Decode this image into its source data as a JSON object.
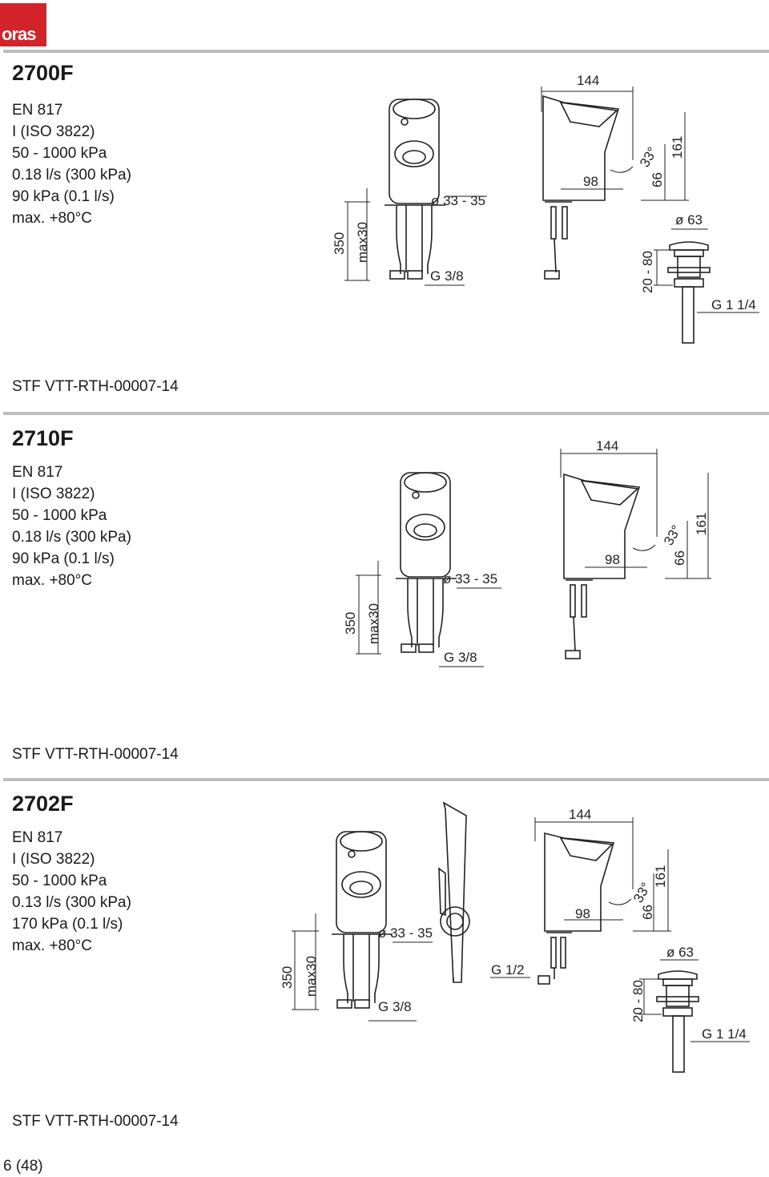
{
  "brand": "oras",
  "sections": [
    {
      "model": "2700F",
      "specs": [
        "EN 817",
        "I (ISO 3822)",
        "50 - 1000 kPa",
        "0.18 l/s (300 kPa)",
        "90 kPa (0.1 l/s)",
        "max. +80°C"
      ],
      "dims": {
        "height": "350",
        "maxh": "max30",
        "dia": "ø 33 - 35",
        "thread": "G 3/8",
        "width": "144",
        "reach": "98",
        "angle": "33°",
        "h1": "66",
        "h2": "161",
        "waste_dia": "ø 63",
        "waste_range": "20 - 80",
        "waste_thread": "G 1 1/4"
      },
      "cert": "STF VTT-RTH-00007-14"
    },
    {
      "model": "2710F",
      "specs": [
        "EN 817",
        "I (ISO 3822)",
        "50 - 1000 kPa",
        "0.18 l/s (300 kPa)",
        "90 kPa (0.1 l/s)",
        "max. +80°C"
      ],
      "dims": {
        "height": "350",
        "maxh": "max30",
        "dia": "ø 33 - 35",
        "thread": "G 3/8",
        "width": "144",
        "reach": "98",
        "angle": "33°",
        "h1": "66",
        "h2": "161"
      },
      "cert": "STF VTT-RTH-00007-14"
    },
    {
      "model": "2702F",
      "specs": [
        "EN 817",
        "I (ISO 3822)",
        "50 - 1000 kPa",
        "0.13 l/s (300 kPa)",
        "170 kPa (0.1 l/s)",
        "max. +80°C"
      ],
      "dims": {
        "height": "350",
        "maxh": "max30",
        "dia": "ø 33 - 35",
        "thread": "G 3/8",
        "shower_thread": "G 1/2",
        "width": "144",
        "reach": "98",
        "angle": "33°",
        "h1": "66",
        "h2": "161",
        "waste_dia": "ø 63",
        "waste_range": "20 - 80",
        "waste_thread": "G 1 1/4"
      },
      "cert": "STF VTT-RTH-00007-14"
    }
  ],
  "page_number": "6 (48)"
}
